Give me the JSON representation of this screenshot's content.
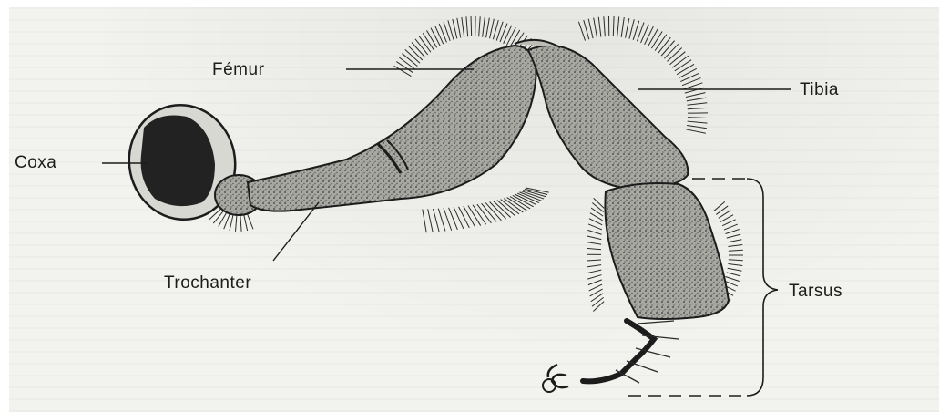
{
  "labels": {
    "femur": "Fémur",
    "tibia": "Tibia",
    "coxa": "Coxa",
    "trochanter": "Trochanter",
    "tarsus": "Tarsus"
  },
  "colors": {
    "ink": "#1c1c1c",
    "paper": "#f2f2ee",
    "segment_fill": "#9c9c96",
    "coxa_cavity": "#222222"
  }
}
